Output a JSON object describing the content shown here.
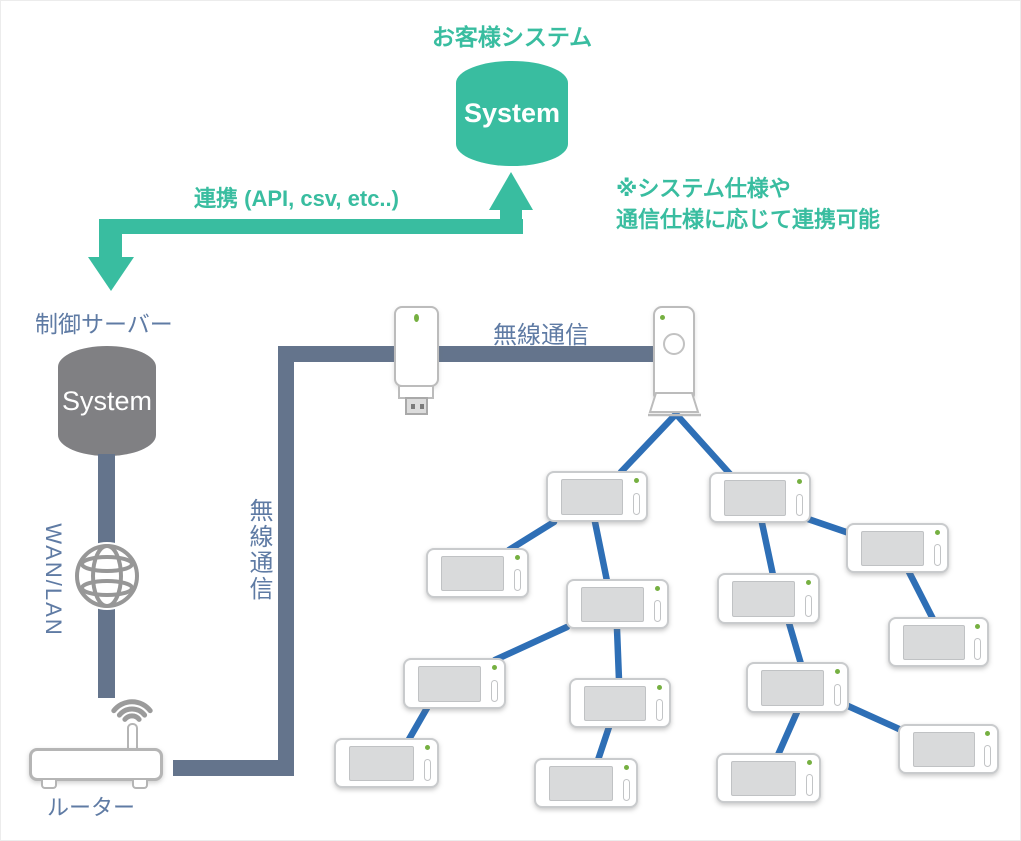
{
  "diagram": {
    "customer_system": {
      "title": "お客様システム",
      "cylinder_label": "System"
    },
    "link_arrow": {
      "label": "連携 (API, csv, etc..)"
    },
    "note": {
      "line1": "※システム仕様や",
      "line2": "通信仕様に応じて連携可能"
    },
    "control_server": {
      "title": "制御サーバー",
      "cylinder_label": "System"
    },
    "wan_lan_label": "WAN/LAN",
    "router_label": "ルーター",
    "wireless_label_top": "無線通信",
    "wireless_label_side": "無線通信",
    "network": {
      "coordinator_count": 1,
      "usb_dongle_count": 1,
      "wireless_device_count": 14,
      "tree_edges": [
        "coordinator-1",
        "coordinator-2",
        "1-3",
        "1-5",
        "2-4",
        "2-6",
        "4-7",
        "5-8",
        "5-9",
        "6-10",
        "8-11",
        "9-12",
        "10-13",
        "10-14"
      ]
    }
  },
  "icons": {
    "globe": "globe-icon",
    "wifi": "wifi-icon",
    "led": "led-indicator-icon",
    "usb_dongle": "usb-dongle-icon",
    "router": "router-icon",
    "coordinator": "coordinator-unit-icon",
    "database": "database-cylinder-icon"
  },
  "colors": {
    "teal": "#39BDA0",
    "slate": "#64748C",
    "line_blue": "#2E6FB6",
    "server_gray": "#808083",
    "label_blue_gray": "#5F7BA4",
    "led_green": "#76B041",
    "device_screen": "#D9DADB"
  }
}
